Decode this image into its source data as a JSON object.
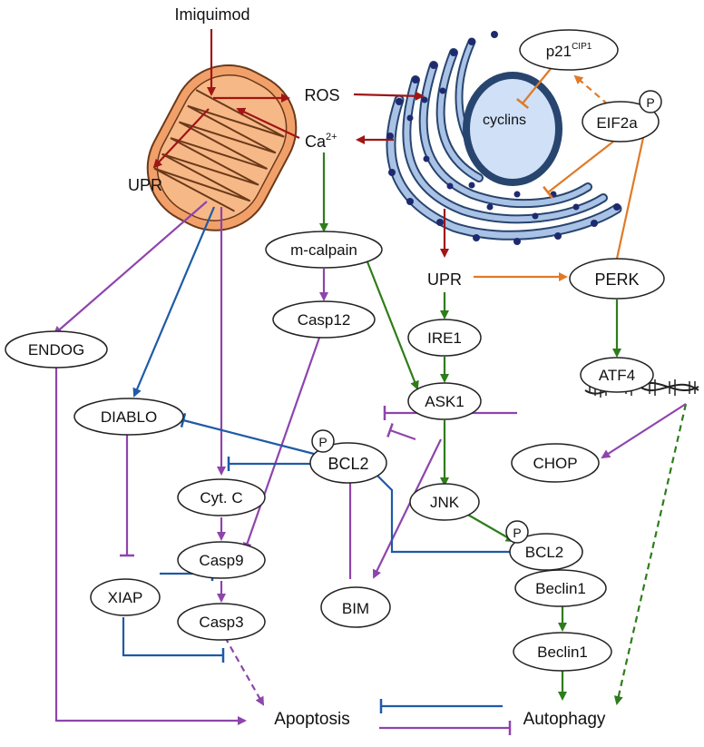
{
  "colors": {
    "red": "#a01515",
    "green": "#2e7d1a",
    "purple": "#8e44ad",
    "blue": "#1f5aa6",
    "orange": "#e07a26",
    "mito_fill": "#f2a06a",
    "er_fill": "#a9c2e6",
    "er_stroke": "#27456e",
    "ribosome": "#1e2a6e",
    "nucleus_fill": "#cfe0f7"
  },
  "nodes": {
    "imiquimod": "Imiquimod",
    "ros": "ROS",
    "ca": "Ca",
    "ca_sup": "2+",
    "upr_mito": "UPR",
    "cyclins": "cyclins",
    "p21": "p21",
    "p21_sup": "CIP1",
    "eif2a": "EIF2a",
    "phospho": "P",
    "m_calpain": "m-calpain",
    "upr_er": "UPR",
    "perk": "PERK",
    "casp12": "Casp12",
    "ire1": "IRE1",
    "atf4": "ATF4",
    "endog": "ENDOG",
    "ask1": "ASK1",
    "diablo": "DIABLO",
    "bcl2_center": "BCL2",
    "chop": "CHOP",
    "cytc": "Cyt. C",
    "jnk": "JNK",
    "bcl2_right": "BCL2",
    "casp9": "Casp9",
    "beclin1_top": "Beclin1",
    "xiap": "XIAP",
    "bim": "BIM",
    "casp3": "Casp3",
    "beclin1_bottom": "Beclin1",
    "apoptosis": "Apoptosis",
    "autophagy": "Autophagy"
  }
}
